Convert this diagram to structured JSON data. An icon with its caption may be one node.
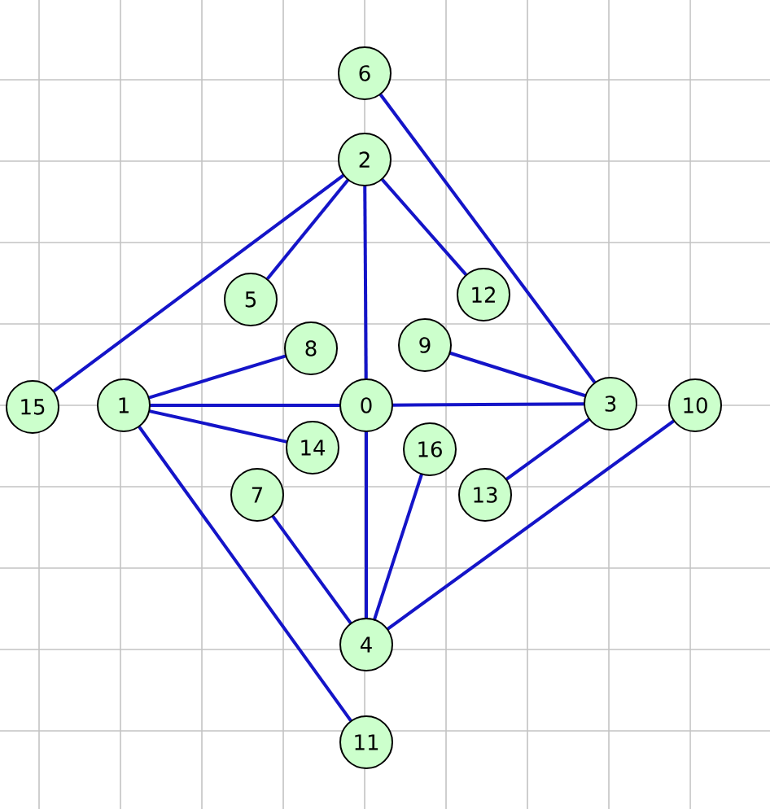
{
  "diagram": {
    "nodes": [
      {
        "text": [
          "0"
        ]
      },
      {
        "text": [
          "1"
        ]
      },
      {
        "text": [
          "2"
        ]
      },
      {
        "text": [
          "3"
        ]
      },
      {
        "text": [
          "4"
        ]
      },
      {
        "text": [
          "5"
        ]
      },
      {
        "text": [
          "6"
        ]
      },
      {
        "text": [
          "7"
        ]
      },
      {
        "text": [
          "8"
        ]
      },
      {
        "text": [
          "9"
        ]
      },
      {
        "text": [
          "10"
        ]
      },
      {
        "text": [
          "11"
        ]
      },
      {
        "text": [
          "12"
        ]
      },
      {
        "text": [
          "13"
        ]
      },
      {
        "text": [
          "14"
        ]
      },
      {
        "text": [
          "15"
        ]
      },
      {
        "text": [
          "16"
        ]
      }
    ],
    "edges": [
      {
        "from": 2,
        "to": 15,
        "arrow": "none"
      },
      {
        "from": 2,
        "to": 5,
        "arrow": "none"
      },
      {
        "from": 2,
        "to": 0,
        "arrow": "none"
      },
      {
        "from": 2,
        "to": 12,
        "arrow": "none"
      },
      {
        "from": 6,
        "to": 3,
        "arrow": "none"
      },
      {
        "from": 1,
        "to": 8,
        "arrow": "none"
      },
      {
        "from": 1,
        "to": 0,
        "arrow": "none"
      },
      {
        "from": 0,
        "to": 3,
        "arrow": "none"
      },
      {
        "from": 9,
        "to": 3,
        "arrow": "none"
      },
      {
        "from": 1,
        "to": 14,
        "arrow": "none"
      },
      {
        "from": 1,
        "to": 11,
        "arrow": "none"
      },
      {
        "from": 0,
        "to": 4,
        "arrow": "none"
      },
      {
        "from": 7,
        "to": 4,
        "arrow": "none"
      },
      {
        "from": 16,
        "to": 4,
        "arrow": "none"
      },
      {
        "from": 3,
        "to": 13,
        "arrow": "none"
      },
      {
        "from": 10,
        "to": 4,
        "arrow": "none"
      }
    ]
  }
}
